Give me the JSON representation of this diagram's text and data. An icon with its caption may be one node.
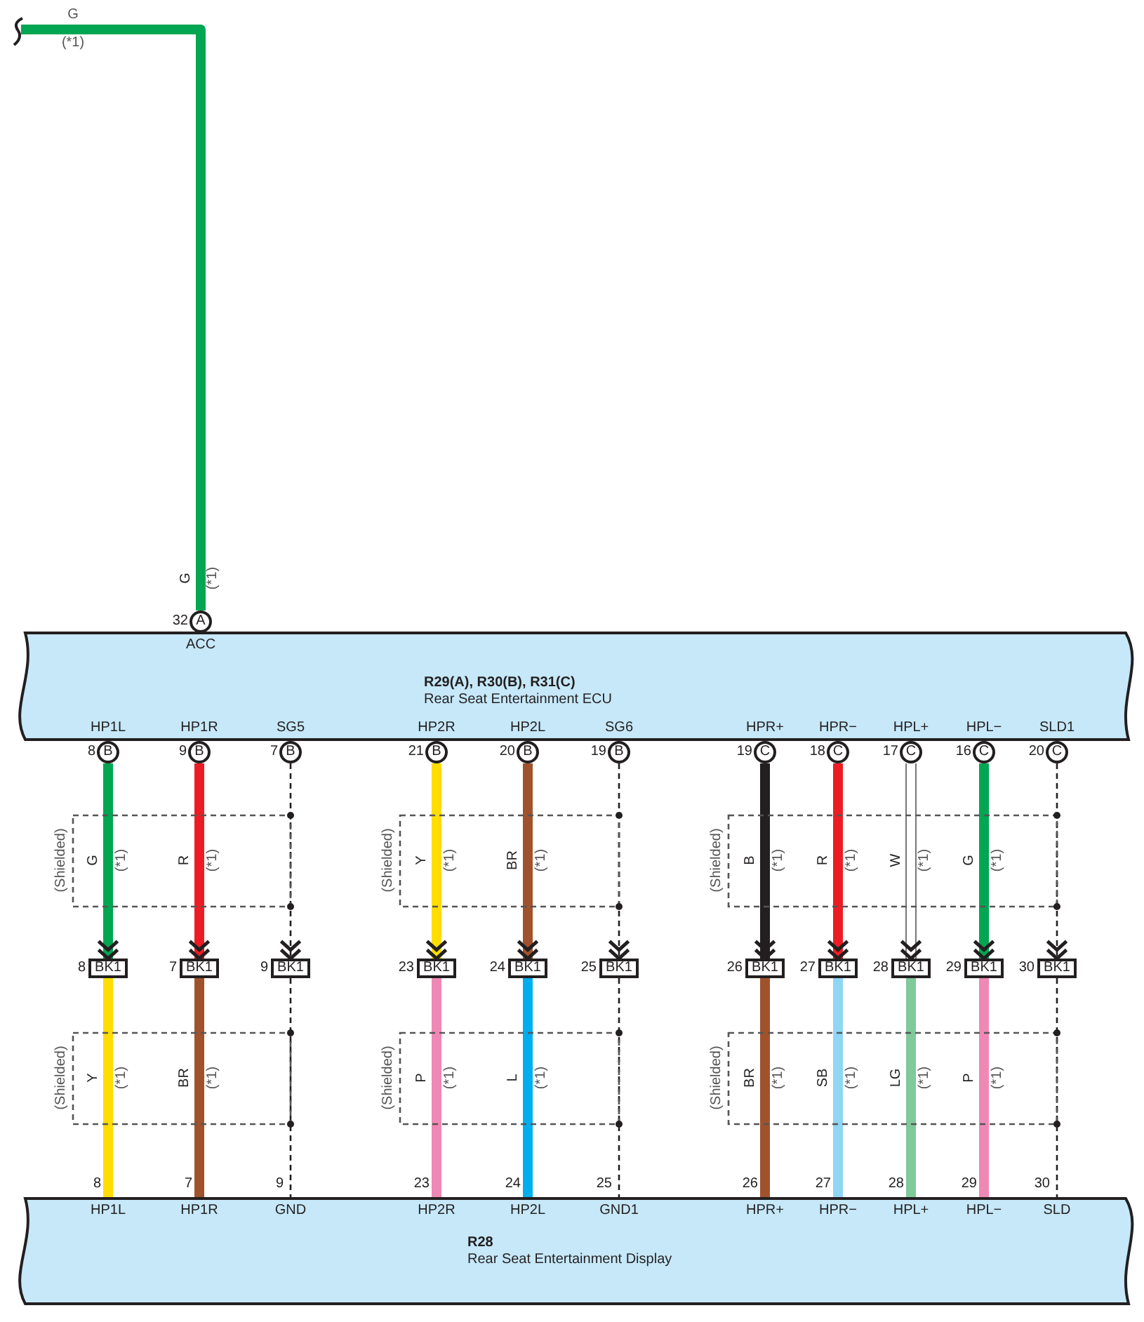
{
  "diagram": {
    "nodes": [
      {
        "text": [
          "R29(A), R30(B), R31(C)",
          "Rear Seat Entertainment ECU"
        ]
      },
      {
        "text": [
          "A"
        ],
        "beside": [
          "32",
          "ACC"
        ]
      },
      {
        "text": [
          "B"
        ],
        "beside": [
          "8"
        ]
      },
      {
        "text": [
          "B"
        ],
        "beside": [
          "9"
        ]
      },
      {
        "text": [
          "B"
        ],
        "beside": [
          "7"
        ]
      },
      {
        "text": [
          "B"
        ],
        "beside": [
          "21"
        ]
      },
      {
        "text": [
          "B"
        ],
        "beside": [
          "20"
        ]
      },
      {
        "text": [
          "B"
        ],
        "beside": [
          "19"
        ]
      },
      {
        "text": [
          "C"
        ],
        "beside": [
          "19"
        ]
      },
      {
        "text": [
          "C"
        ],
        "beside": [
          "18"
        ]
      },
      {
        "text": [
          "C"
        ],
        "beside": [
          "17"
        ]
      },
      {
        "text": [
          "C"
        ],
        "beside": [
          "16"
        ]
      },
      {
        "text": [
          "C"
        ],
        "beside": [
          "20"
        ]
      },
      {
        "text": [
          "BK1"
        ],
        "beside": [
          "8"
        ]
      },
      {
        "text": [
          "BK1"
        ],
        "beside": [
          "7"
        ]
      },
      {
        "text": [
          "BK1"
        ],
        "beside": [
          "9"
        ]
      },
      {
        "text": [
          "BK1"
        ],
        "beside": [
          "23"
        ]
      },
      {
        "text": [
          "BK1"
        ],
        "beside": [
          "24"
        ]
      },
      {
        "text": [
          "BK1"
        ],
        "beside": [
          "25"
        ]
      },
      {
        "text": [
          "BK1"
        ],
        "beside": [
          "26"
        ]
      },
      {
        "text": [
          "BK1"
        ],
        "beside": [
          "27"
        ]
      },
      {
        "text": [
          "BK1"
        ],
        "beside": [
          "28"
        ]
      },
      {
        "text": [
          "BK1"
        ],
        "beside": [
          "29"
        ]
      },
      {
        "text": [
          "BK1"
        ],
        "beside": [
          "30"
        ]
      },
      {
        "text": [
          "R28",
          "Rear Seat Entertainment Display"
        ]
      },
      {
        "text": [
          "HP1L"
        ],
        "beside": [
          "8"
        ],
        "in": 24
      },
      {
        "text": [
          "HP1R"
        ],
        "beside": [
          "7"
        ],
        "in": 24
      },
      {
        "text": [
          "GND"
        ],
        "beside": [
          "9"
        ],
        "in": 24
      },
      {
        "text": [
          "HP2R"
        ],
        "beside": [
          "23"
        ],
        "in": 24
      },
      {
        "text": [
          "HP2L"
        ],
        "beside": [
          "24"
        ],
        "in": 24
      },
      {
        "text": [
          "GND1"
        ],
        "beside": [
          "25"
        ],
        "in": 24
      },
      {
        "text": [
          "HPR+"
        ],
        "beside": [
          "26"
        ],
        "in": 24
      },
      {
        "text": [
          "HPR−"
        ],
        "beside": [
          "27"
        ],
        "in": 24
      },
      {
        "text": [
          "HPL+"
        ],
        "beside": [
          "28"
        ],
        "in": 24
      },
      {
        "text": [
          "HPL−"
        ],
        "beside": [
          "29"
        ],
        "in": 24
      },
      {
        "text": [
          "SLD"
        ],
        "beside": [
          "30"
        ],
        "in": 24
      }
    ],
    "edges": [
      {
        "from": null,
        "to": 1,
        "arrow": "none",
        "label": "G",
        "color": "#00a651"
      },
      {
        "from": 2,
        "to": 13,
        "arrow": "to",
        "label": "G",
        "color": "#00a651"
      },
      {
        "from": 3,
        "to": 14,
        "arrow": "to",
        "label": "R",
        "color": "#ed1c24"
      },
      {
        "from": 4,
        "to": 15,
        "arrow": "to",
        "style": "dashed",
        "color": "#231f20"
      },
      {
        "from": 5,
        "to": 16,
        "arrow": "to",
        "label": "Y",
        "color": "#ffdd00"
      },
      {
        "from": 6,
        "to": 17,
        "arrow": "to",
        "label": "BR",
        "color": "#a0522d"
      },
      {
        "from": 7,
        "to": 18,
        "arrow": "to",
        "style": "dashed",
        "color": "#231f20"
      },
      {
        "from": 8,
        "to": 19,
        "arrow": "to",
        "label": "B",
        "color": "#231f20"
      },
      {
        "from": 9,
        "to": 20,
        "arrow": "to",
        "label": "R",
        "color": "#ed1c24"
      },
      {
        "from": 10,
        "to": 21,
        "arrow": "to",
        "label": "W",
        "color": "#ffffff"
      },
      {
        "from": 11,
        "to": 22,
        "arrow": "to",
        "label": "G",
        "color": "#00a651"
      },
      {
        "from": 12,
        "to": 23,
        "arrow": "to",
        "style": "dashed",
        "color": "#231f20"
      },
      {
        "from": 13,
        "to": 25,
        "arrow": "none",
        "label": "Y",
        "color": "#ffdd00"
      },
      {
        "from": 14,
        "to": 26,
        "arrow": "none",
        "label": "BR",
        "color": "#a0522d"
      },
      {
        "from": 15,
        "to": 27,
        "arrow": "none",
        "style": "dashed",
        "color": "#231f20"
      },
      {
        "from": 16,
        "to": 28,
        "arrow": "none",
        "label": "P",
        "color": "#f088b6"
      },
      {
        "from": 17,
        "to": 29,
        "arrow": "none",
        "label": "L",
        "color": "#00aeef"
      },
      {
        "from": 18,
        "to": 30,
        "arrow": "none",
        "style": "dashed",
        "color": "#231f20"
      },
      {
        "from": 19,
        "to": 31,
        "arrow": "none",
        "label": "BR",
        "color": "#a0522d"
      },
      {
        "from": 20,
        "to": 32,
        "arrow": "none",
        "label": "SB",
        "color": "#8fd6f5"
      },
      {
        "from": 21,
        "to": 33,
        "arrow": "none",
        "label": "LG",
        "color": "#7fc99b"
      },
      {
        "from": 22,
        "to": 34,
        "arrow": "none",
        "label": "P",
        "color": "#f088b6"
      },
      {
        "from": 23,
        "to": 35,
        "arrow": "none",
        "style": "dashed",
        "color": "#231f20"
      }
    ],
    "labels": [
      "G",
      "(*1)",
      "(*1)",
      "HP1L",
      "HP1R",
      "SG5",
      "HP2R",
      "HP2L",
      "SG6",
      "HPR+",
      "HPR−",
      "HPL+",
      "HPL−",
      "SLD1",
      "(Shielded)",
      "(Shielded)",
      "(Shielded)",
      "(*1)",
      "(*1)",
      "(*1)",
      "(*1)",
      "(*1)",
      "(*1)",
      "(*1)",
      "(*1)",
      "(Shielded)",
      "(Shielded)",
      "(Shielded)",
      "(*1)",
      "(*1)",
      "(*1)",
      "(*1)",
      "(*1)",
      "(*1)",
      "(*1)",
      "(*1)"
    ]
  }
}
